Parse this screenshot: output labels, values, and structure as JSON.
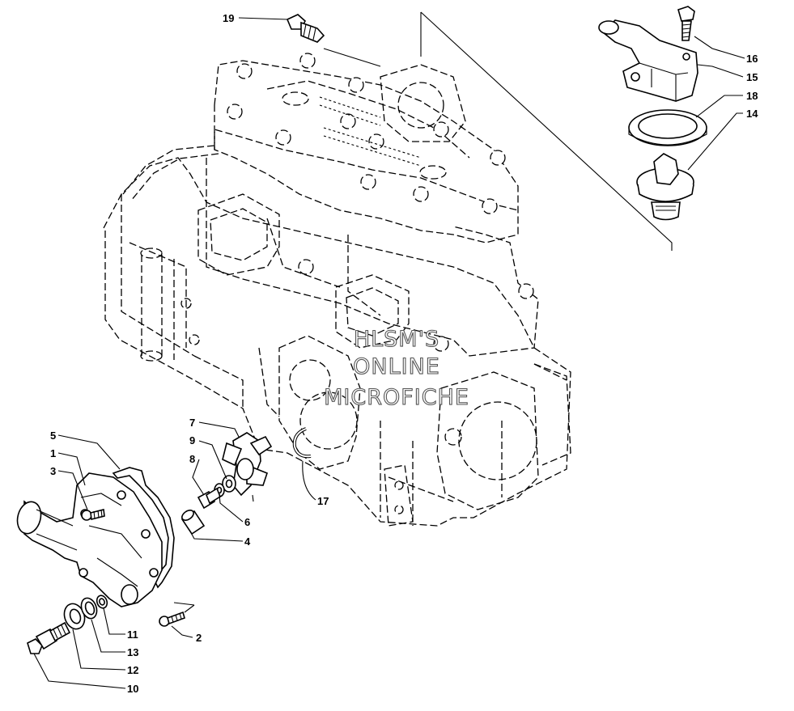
{
  "watermark": {
    "line1": "HLSM'S",
    "line2": "ONLINE",
    "line3": "MICROFICHE"
  },
  "callouts": [
    {
      "id": "1",
      "text": "1"
    },
    {
      "id": "2",
      "text": "2"
    },
    {
      "id": "3",
      "text": "3"
    },
    {
      "id": "4",
      "text": "4"
    },
    {
      "id": "5",
      "text": "5"
    },
    {
      "id": "6",
      "text": "6"
    },
    {
      "id": "7",
      "text": "7"
    },
    {
      "id": "8",
      "text": "8"
    },
    {
      "id": "9",
      "text": "9"
    },
    {
      "id": "10",
      "text": "10"
    },
    {
      "id": "11",
      "text": "11"
    },
    {
      "id": "12",
      "text": "12"
    },
    {
      "id": "13",
      "text": "13"
    },
    {
      "id": "14",
      "text": "14"
    },
    {
      "id": "15",
      "text": "15"
    },
    {
      "id": "16",
      "text": "16"
    },
    {
      "id": "17",
      "text": "17"
    },
    {
      "id": "18",
      "text": "18"
    },
    {
      "id": "19",
      "text": "19"
    }
  ]
}
